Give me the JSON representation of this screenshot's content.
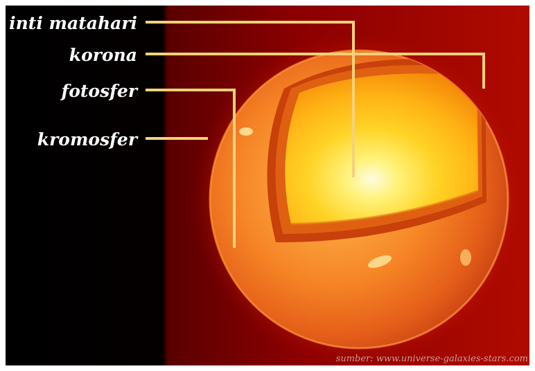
{
  "diagram": {
    "labels": {
      "core": "inti matahari",
      "corona": "korona",
      "photosphere": "fotosfer",
      "chromosphere": "kromosfer"
    },
    "credit": "sumber: www.universe-galaxies-stars.com",
    "colors": {
      "label_text": "#ffffff",
      "leader_line": "#f6d27a",
      "space_black": "#000000",
      "corona_red": "#9b0000",
      "sun_orange": "#ef6f12",
      "core_yellow": "#ffee40",
      "core_white": "#fffbe0"
    }
  }
}
